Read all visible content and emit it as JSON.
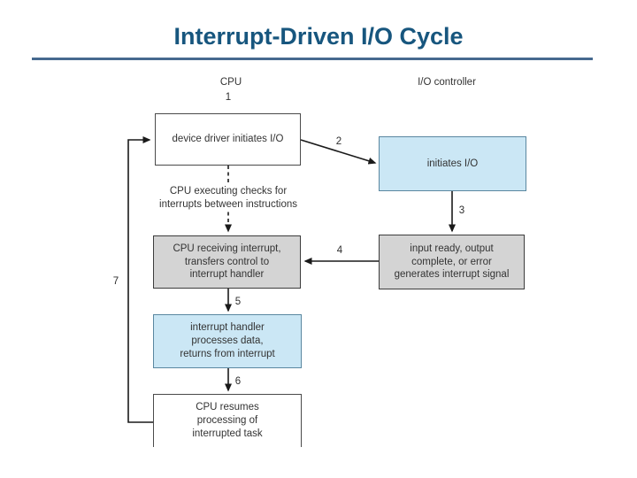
{
  "title": "Interrupt-Driven I/O Cycle",
  "colors": {
    "title_text": "#17567E",
    "title_underline": "#46698F",
    "blue_box_fill": "#CBE7F5",
    "blue_box_border": "#5A87A0",
    "gray_box_fill": "#D4D4D4",
    "box_border": "#3C3C3C",
    "arrow_line": "#1A1A1A",
    "diagram_text": "#333333"
  },
  "diagram": {
    "column_labels": {
      "cpu": "CPU",
      "io_controller": "I/O controller"
    },
    "boxes": {
      "device_driver": "device driver initiates I/O",
      "initiates_io": "initiates I/O",
      "cpu_receiving": "CPU receiving interrupt,\ntransfers control to\ninterrupt handler",
      "input_ready": "input ready, output\ncomplete, or error\ngenerates interrupt signal",
      "interrupt_handler": "interrupt handler\nprocesses data,\nreturns from interrupt",
      "cpu_resumes": "CPU resumes\nprocessing of\ninterrupted task"
    },
    "free_text": {
      "cpu_executing": "CPU executing checks for\ninterrupts between instructions"
    },
    "step_numbers": [
      "1",
      "2",
      "3",
      "4",
      "5",
      "6",
      "7"
    ]
  }
}
